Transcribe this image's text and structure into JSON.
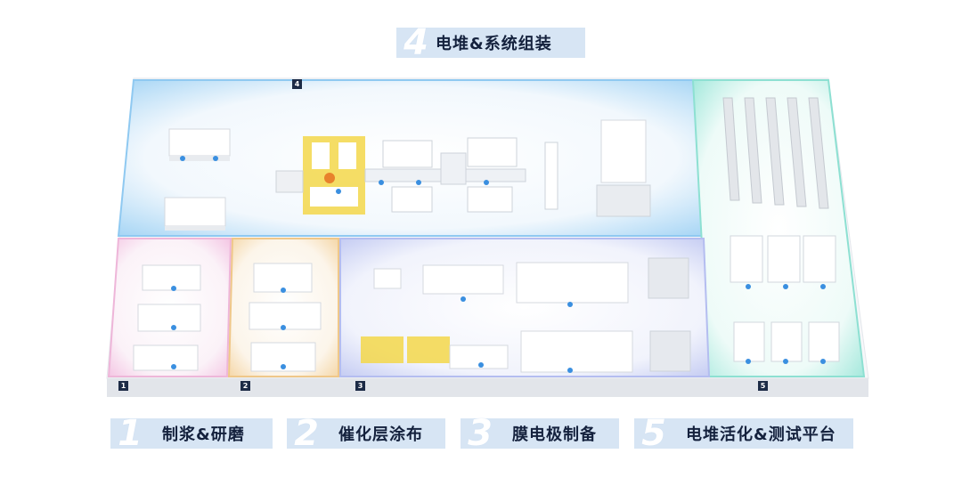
{
  "zones": [
    {
      "id": "1",
      "num": "1",
      "label": "制浆&研磨",
      "color": "#f4c7e4"
    },
    {
      "id": "2",
      "num": "2",
      "label": "催化层涂布",
      "color": "#f5d7a8"
    },
    {
      "id": "3",
      "num": "3",
      "label": "膜电极制备",
      "color": "#c6cdf3"
    },
    {
      "id": "4",
      "num": "4",
      "label": "电堆&系统组装",
      "color": "#a8d6f5"
    },
    {
      "id": "5",
      "num": "5",
      "label": "电堆活化&测试平台",
      "color": "#a6e9dd"
    }
  ],
  "colors": {
    "label_bg": "#d7e5f4",
    "marker_bg": "#1c2b46",
    "floor_edge": "#dfe3e8",
    "accent_yellow": "#f3d74a",
    "accent_blue": "#3a8fe0"
  }
}
